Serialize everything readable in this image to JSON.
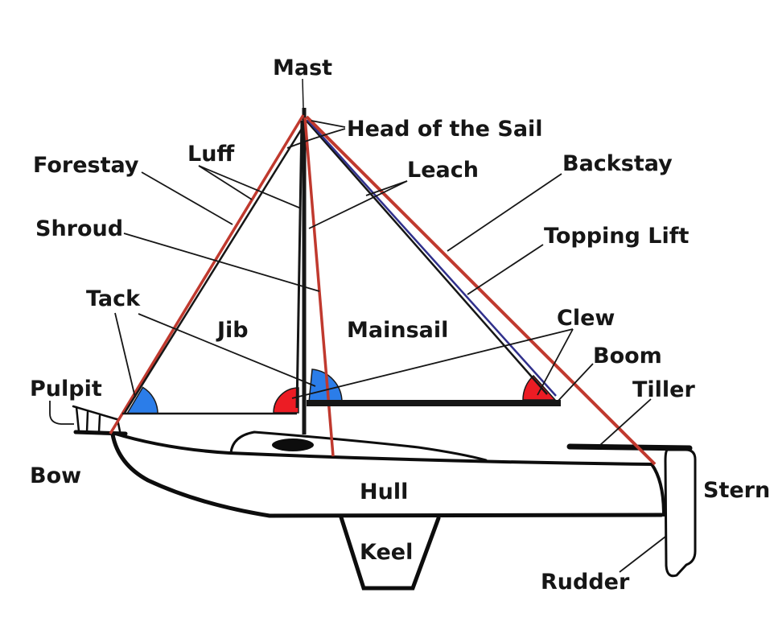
{
  "labels": {
    "mast": "Mast",
    "head_of_sail": "Head of the Sail",
    "luff": "Luff",
    "forestay": "Forestay",
    "leach": "Leach",
    "backstay": "Backstay",
    "shroud": "Shroud",
    "topping_lift": "Topping Lift",
    "tack": "Tack",
    "jib": "Jib",
    "mainsail": "Mainsail",
    "clew": "Clew",
    "boom": "Boom",
    "pulpit": "Pulpit",
    "tiller": "Tiller",
    "bow": "Bow",
    "hull": "Hull",
    "stern": "Stern",
    "keel": "Keel",
    "rudder": "Rudder"
  },
  "colors": {
    "rigging_red": "#c0392e",
    "angle_red": "#ec1c24",
    "angle_blue": "#2b7de9",
    "topping_lift_blue": "#30308c",
    "line_black": "#161616",
    "background": "#ffffff"
  }
}
